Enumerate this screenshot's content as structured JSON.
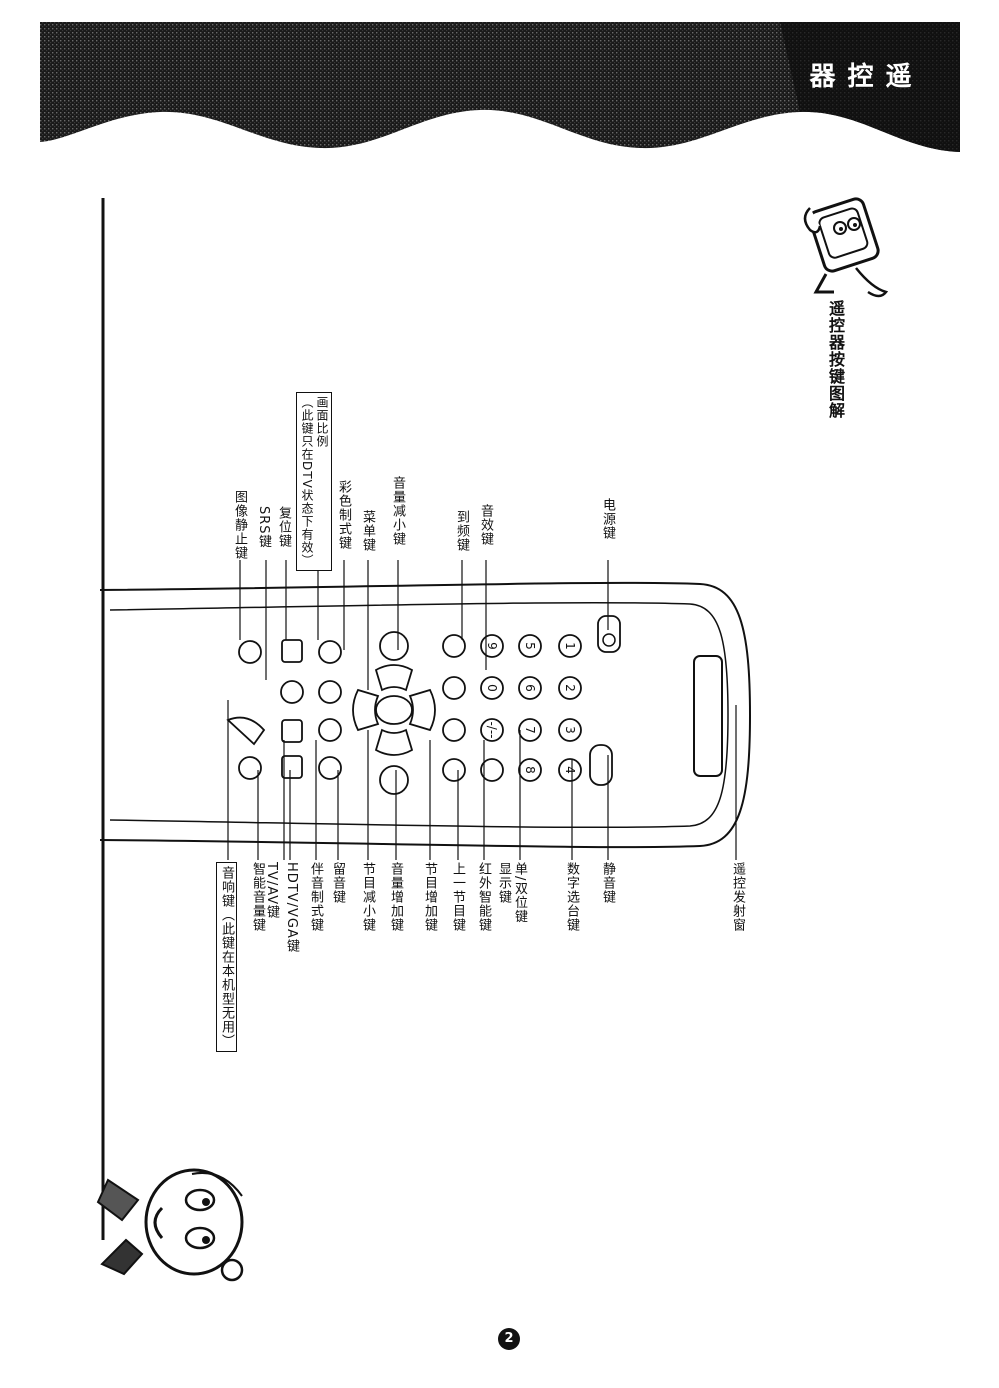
{
  "header": {
    "chars": [
      "遥",
      "控",
      "器"
    ]
  },
  "title": "遥控器按键图解",
  "page_number": "2",
  "labels_top": [
    {
      "id": "power",
      "text": "电源键"
    },
    {
      "id": "sound_effect",
      "text": "音效键"
    },
    {
      "id": "tv_key",
      "text": "到频键"
    },
    {
      "id": "vol_down",
      "text": "音量减小键"
    },
    {
      "id": "menu",
      "text": "菜单键"
    },
    {
      "id": "color_mode",
      "text": "彩色制式键"
    },
    {
      "id": "aspect",
      "text": "画面比例"
    },
    {
      "id": "aspect_note",
      "text": "（此键只在DTV状态下有效）"
    },
    {
      "id": "reset",
      "text": "复位键"
    },
    {
      "id": "srs",
      "text": "SRS键"
    },
    {
      "id": "freeze",
      "text": "图像静止键"
    }
  ],
  "labels_bottom": [
    {
      "id": "ir_window",
      "text": "遥控发射窗"
    },
    {
      "id": "mute",
      "text": "静音键"
    },
    {
      "id": "digits",
      "text": "数字选台键"
    },
    {
      "id": "single_double",
      "text": "单/双位键"
    },
    {
      "id": "display",
      "text": "显示键"
    },
    {
      "id": "ir_learn",
      "text": "红外智能键"
    },
    {
      "id": "prev_ch",
      "text": "上一节目键"
    },
    {
      "id": "ch_up",
      "text": "节目增加键"
    },
    {
      "id": "vol_up",
      "text": "音量增加键"
    },
    {
      "id": "ch_down",
      "text": "节目减小键"
    },
    {
      "id": "timer",
      "text": "留音键"
    },
    {
      "id": "companion",
      "text": "伴音制式键"
    },
    {
      "id": "hdtv",
      "text": "HDTV/VGA键"
    },
    {
      "id": "tvav",
      "text": "TV/AV键"
    },
    {
      "id": "smart_sound",
      "text": "智能音量键"
    },
    {
      "id": "sound_key",
      "text": "音响键（此键在本机型无用）"
    }
  ],
  "remote_buttons": {
    "power": "电源",
    "mute": "静音",
    "digits": [
      "1",
      "2",
      "3",
      "4",
      "5",
      "6",
      "7",
      "8",
      "9",
      "0",
      "-/--"
    ],
    "confirm": "菜单",
    "srs": "SRS",
    "tvav": "TV/AV",
    "hdtv": "HDTV/VGA"
  }
}
